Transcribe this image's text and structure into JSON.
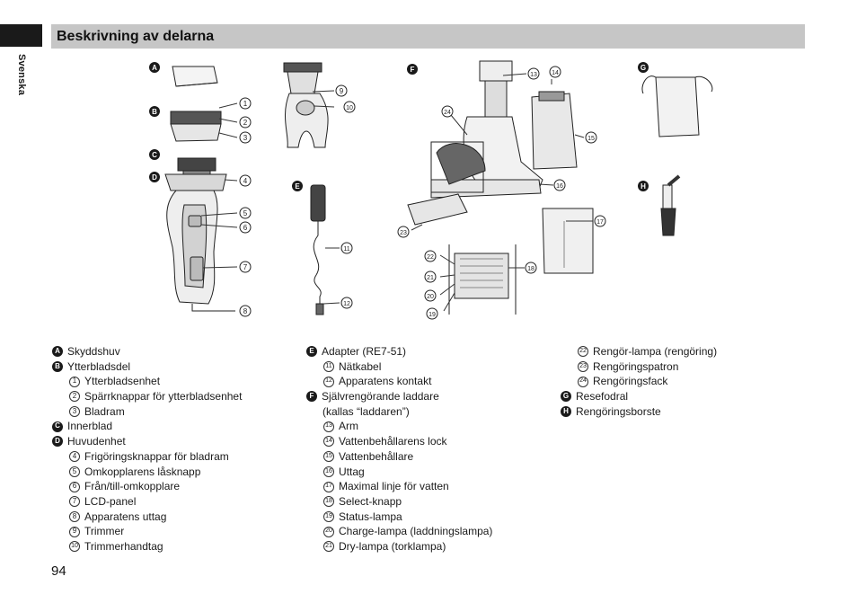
{
  "header": {
    "title": "Beskrivning av delarna"
  },
  "side_tab": {
    "language": "Svenska"
  },
  "page": {
    "number": "94"
  },
  "figure_letters": [
    "A",
    "B",
    "C",
    "D",
    "E",
    "F",
    "G",
    "H"
  ],
  "figure_numbers": [
    "1",
    "2",
    "3",
    "4",
    "5",
    "6",
    "7",
    "8",
    "9",
    "10",
    "11",
    "12",
    "13",
    "14",
    "15",
    "16",
    "17",
    "18",
    "19",
    "20",
    "21",
    "22",
    "23",
    "24"
  ],
  "legend": {
    "col1": [
      {
        "badge": "A",
        "text": "Skyddshuv"
      },
      {
        "badge": "B",
        "text": "Ytterbladsdel"
      },
      {
        "num": "1",
        "text": "Ytterbladsenhet"
      },
      {
        "num": "2",
        "text": "Spärrknappar för ytterbladsenhet"
      },
      {
        "num": "3",
        "text": "Bladram"
      },
      {
        "badge": "C",
        "text": "Innerblad"
      },
      {
        "badge": "D",
        "text": "Huvudenhet"
      },
      {
        "num": "4",
        "text": "Frigöringsknappar för bladram"
      },
      {
        "num": "5",
        "text": "Omkopplarens låsknapp"
      },
      {
        "num": "6",
        "text": "Från/till-omkopplare"
      },
      {
        "num": "7",
        "text": "LCD-panel"
      },
      {
        "num": "8",
        "text": "Apparatens uttag"
      },
      {
        "num": "9",
        "text": "Trimmer"
      },
      {
        "num": "10",
        "text": "Trimmerhandtag"
      }
    ],
    "col2": [
      {
        "badge": "E",
        "text": "Adapter (RE7-51)"
      },
      {
        "num": "11",
        "text": "Nätkabel"
      },
      {
        "num": "12",
        "text": "Apparatens kontakt"
      },
      {
        "badge": "F",
        "text": "Självrengörande laddare"
      },
      {
        "cont": true,
        "text": "(kallas “laddaren”)"
      },
      {
        "num": "13",
        "text": "Arm"
      },
      {
        "num": "14",
        "text": "Vattenbehållarens lock"
      },
      {
        "num": "15",
        "text": "Vattenbehållare"
      },
      {
        "num": "16",
        "text": "Uttag"
      },
      {
        "num": "17",
        "text": "Maximal linje för vatten"
      },
      {
        "num": "18",
        "text": "Select-knapp"
      },
      {
        "num": "19",
        "text": "Status-lampa"
      },
      {
        "num": "20",
        "text": "Charge-lampa (laddningslampa)"
      },
      {
        "num": "21",
        "text": "Dry-lampa (torklampa)"
      }
    ],
    "col3": [
      {
        "num": "22",
        "text": "Rengör-lampa (rengöring)"
      },
      {
        "num": "23",
        "text": "Rengöringspatron"
      },
      {
        "num": "24",
        "text": "Rengöringsfack"
      },
      {
        "badge": "G",
        "text": "Resefodral"
      },
      {
        "badge": "H",
        "text": "Rengöringsborste"
      }
    ]
  }
}
